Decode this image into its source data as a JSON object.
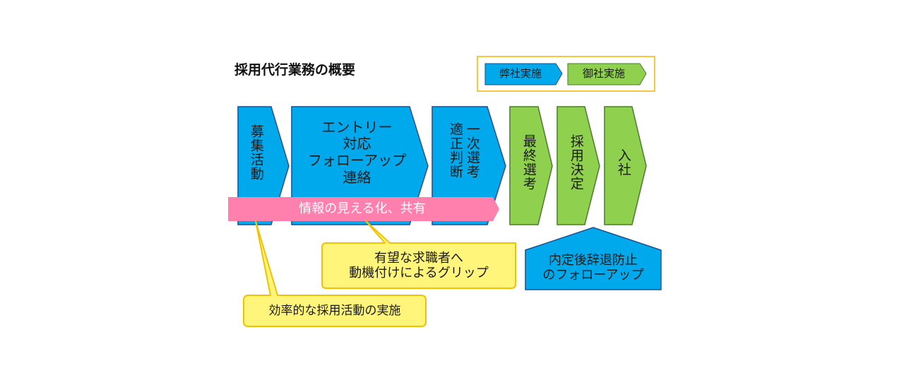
{
  "title": "採用代行業務の概要",
  "legend": {
    "ours": "弊社実施",
    "client": "御社実施"
  },
  "colors": {
    "ours": "#00a9ec",
    "client": "#8fd14f",
    "share_band": "#ff7fad",
    "callout": "#fff57a",
    "callout_border": "#f2c200",
    "legend_border": "#f5c842"
  },
  "steps": {
    "recruiting": "募集活動",
    "entry": "エントリー\n対応\nフォローアップ\n連絡",
    "screening_col1": "一次選考",
    "screening_col2": "適正判断",
    "final": "最終選考",
    "decision": "採用決定",
    "join": "入社"
  },
  "band": "情報の見える化、共有",
  "callouts": {
    "grip": "有望な求職者へ\n動機付けによるグリップ",
    "efficient": "効率的な採用活動の実施"
  },
  "followup": "内定後辞退防止\nのフォローアップ"
}
